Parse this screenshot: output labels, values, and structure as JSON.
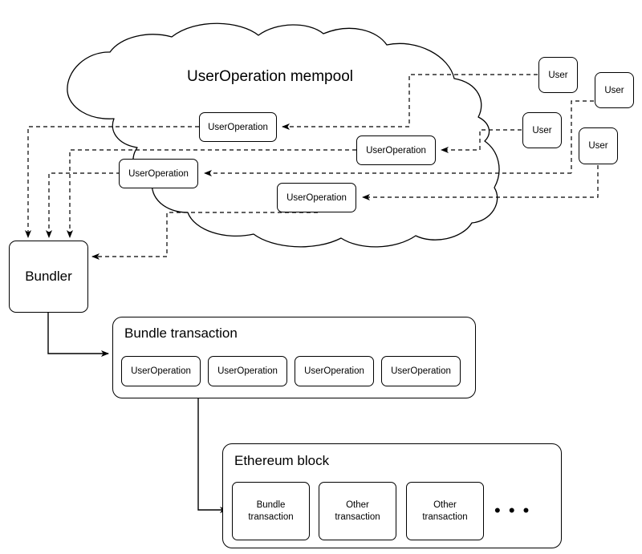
{
  "diagram": {
    "title_text": "UserOperation mempool",
    "colors": {
      "stroke": "#000000",
      "background": "#ffffff",
      "text": "#000000"
    },
    "cloud": {
      "label": "UserOperation mempool"
    },
    "mempool_operations": [
      {
        "label": "UserOperation"
      },
      {
        "label": "UserOperation"
      },
      {
        "label": "UserOperation"
      },
      {
        "label": "UserOperation"
      }
    ],
    "users": [
      {
        "label": "User"
      },
      {
        "label": "User"
      },
      {
        "label": "User"
      },
      {
        "label": "User"
      }
    ],
    "bundler": {
      "label": "Bundler"
    },
    "bundle_transaction": {
      "title": "Bundle transaction",
      "operations": [
        {
          "label": "UserOperation"
        },
        {
          "label": "UserOperation"
        },
        {
          "label": "UserOperation"
        },
        {
          "label": "UserOperation"
        }
      ]
    },
    "ethereum_block": {
      "title": "Ethereum block",
      "transactions": [
        {
          "line1": "Bundle",
          "line2": "transaction"
        },
        {
          "line1": "Other",
          "line2": "transaction"
        },
        {
          "line1": "Other",
          "line2": "transaction"
        }
      ],
      "ellipsis": "• • •"
    }
  }
}
